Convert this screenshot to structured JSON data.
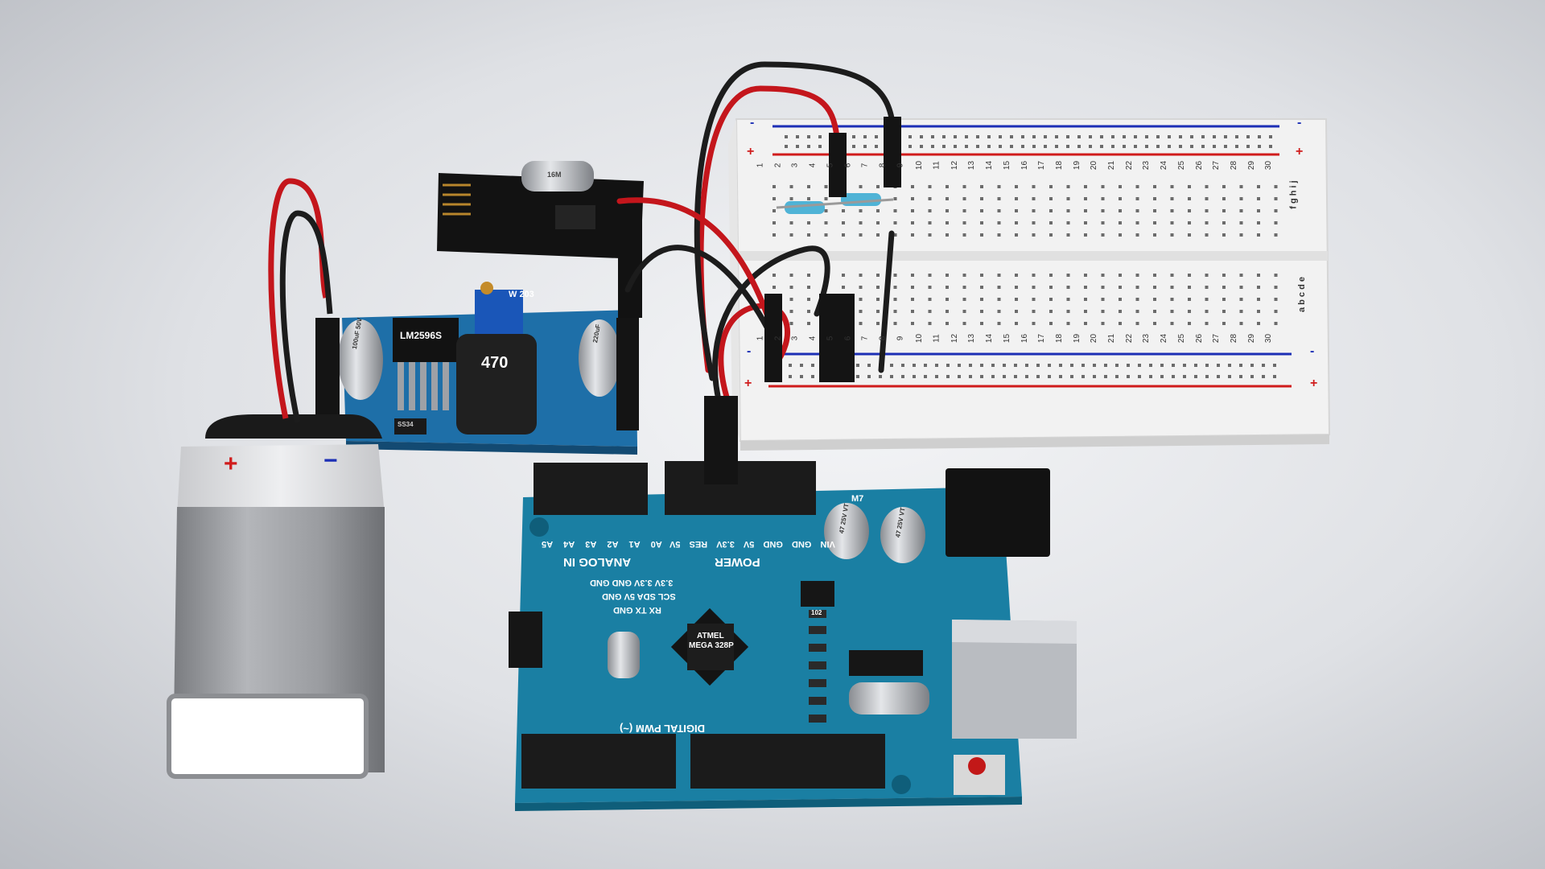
{
  "battery": {
    "plus": "+",
    "minus": "−"
  },
  "regulator": {
    "ic": "LM2596S",
    "inductor": "470",
    "trimmer": "W 203",
    "diode": "SS34",
    "cap_left": "100uF 50V",
    "cap_right": "220uF"
  },
  "rf_module": {
    "crystal": "16M"
  },
  "arduino": {
    "mcu_line1": "ATMEL",
    "mcu_line2": "MEGA 328P",
    "analog_label": "ANALOG IN",
    "power_label": "POWER",
    "digital_label": "DIGITAL PWM (~)",
    "analog_pins": [
      "A5",
      "A4",
      "A3",
      "A2",
      "A1",
      "A0"
    ],
    "power_pins": [
      "VIN",
      "GND",
      "GND",
      "5V",
      "3.3V",
      "RES",
      "5V"
    ],
    "icsp_row1": "3.3V 3.3V GND GND",
    "icsp_row2": "SCL SDA 5V GND",
    "icsp_row3": "RX TX GND",
    "reg": "M7",
    "cap1": "47 25V VT",
    "cap2": "47 25V VT",
    "resistor_code": "102"
  },
  "breadboard": {
    "plus": "+",
    "minus": "-",
    "numbers": [
      "1",
      "2",
      "3",
      "4",
      "5",
      "6",
      "7",
      "8",
      "9",
      "10",
      "11",
      "12",
      "13",
      "14",
      "15",
      "16",
      "17",
      "18",
      "19",
      "20",
      "21",
      "22",
      "23",
      "24",
      "25",
      "26",
      "27",
      "28",
      "29",
      "30"
    ],
    "rows_top": "f g h i j",
    "rows_bottom": "a b c d e"
  },
  "colors": {
    "pcb_blue": "#1a7fa3",
    "reg_blue": "#1e6fa8",
    "wire_red": "#c4161c",
    "wire_black": "#1c1c1c",
    "rail_red": "#d01c1c",
    "rail_blue": "#1c2fb5"
  }
}
